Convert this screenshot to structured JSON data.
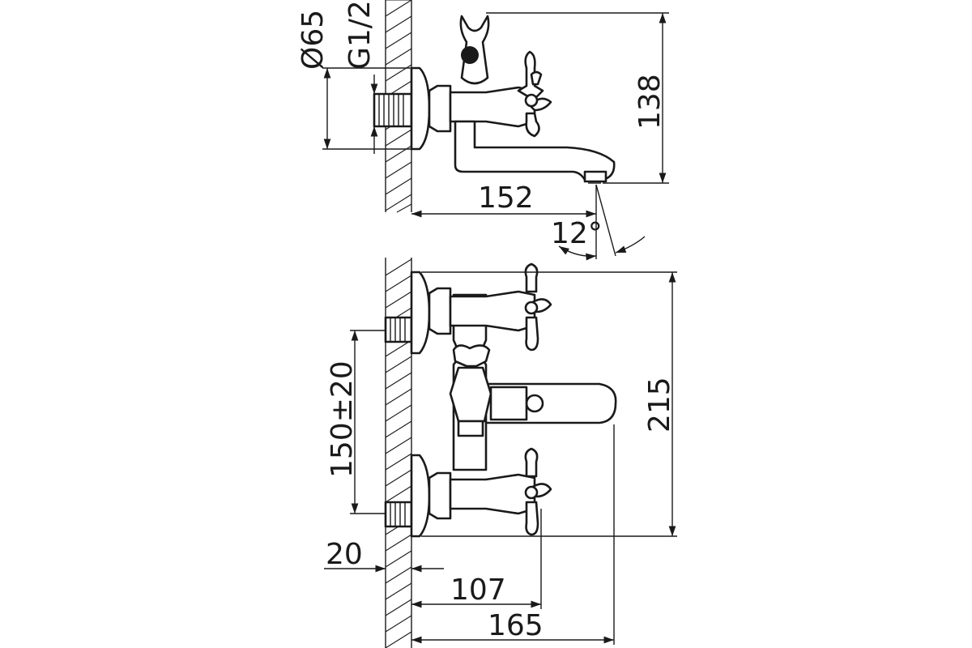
{
  "dimensions": {
    "connection_cover_diameter": "Ø65",
    "inlet_thread": "G1/2",
    "height_to_handle": "138",
    "spout_reach_side": "152",
    "spout_angle": "12°",
    "center_distance": "150±20",
    "overall_height": "215",
    "thread_length": "20",
    "handle_offset": "107",
    "spout_reach_front": "165"
  },
  "colors": {
    "line": "#1a1a1a",
    "background": "#ffffff"
  }
}
